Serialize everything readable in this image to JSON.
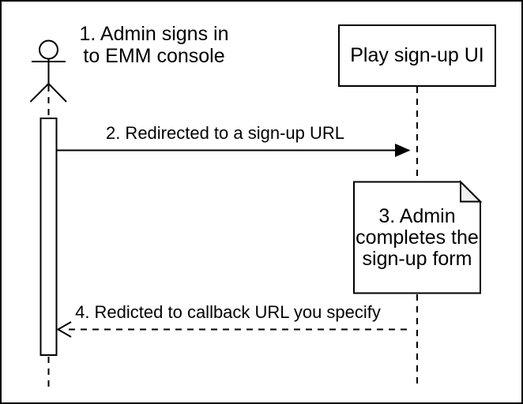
{
  "colors": {
    "stroke": "#000000",
    "background": "#ffffff",
    "note_fold": "#f2f2f2",
    "text": "#000000"
  },
  "actor": {
    "label_lines": [
      "1. Admin signs in",
      "to EMM console"
    ]
  },
  "participant": {
    "label": "Play sign-up UI"
  },
  "messages": {
    "redirect": {
      "label": "2. Redirected to a sign-up URL"
    },
    "callback": {
      "label": "4. Redicted to callback URL you specify"
    }
  },
  "note": {
    "label_lines": [
      "3. Admin",
      "completes the",
      "sign-up form"
    ]
  }
}
